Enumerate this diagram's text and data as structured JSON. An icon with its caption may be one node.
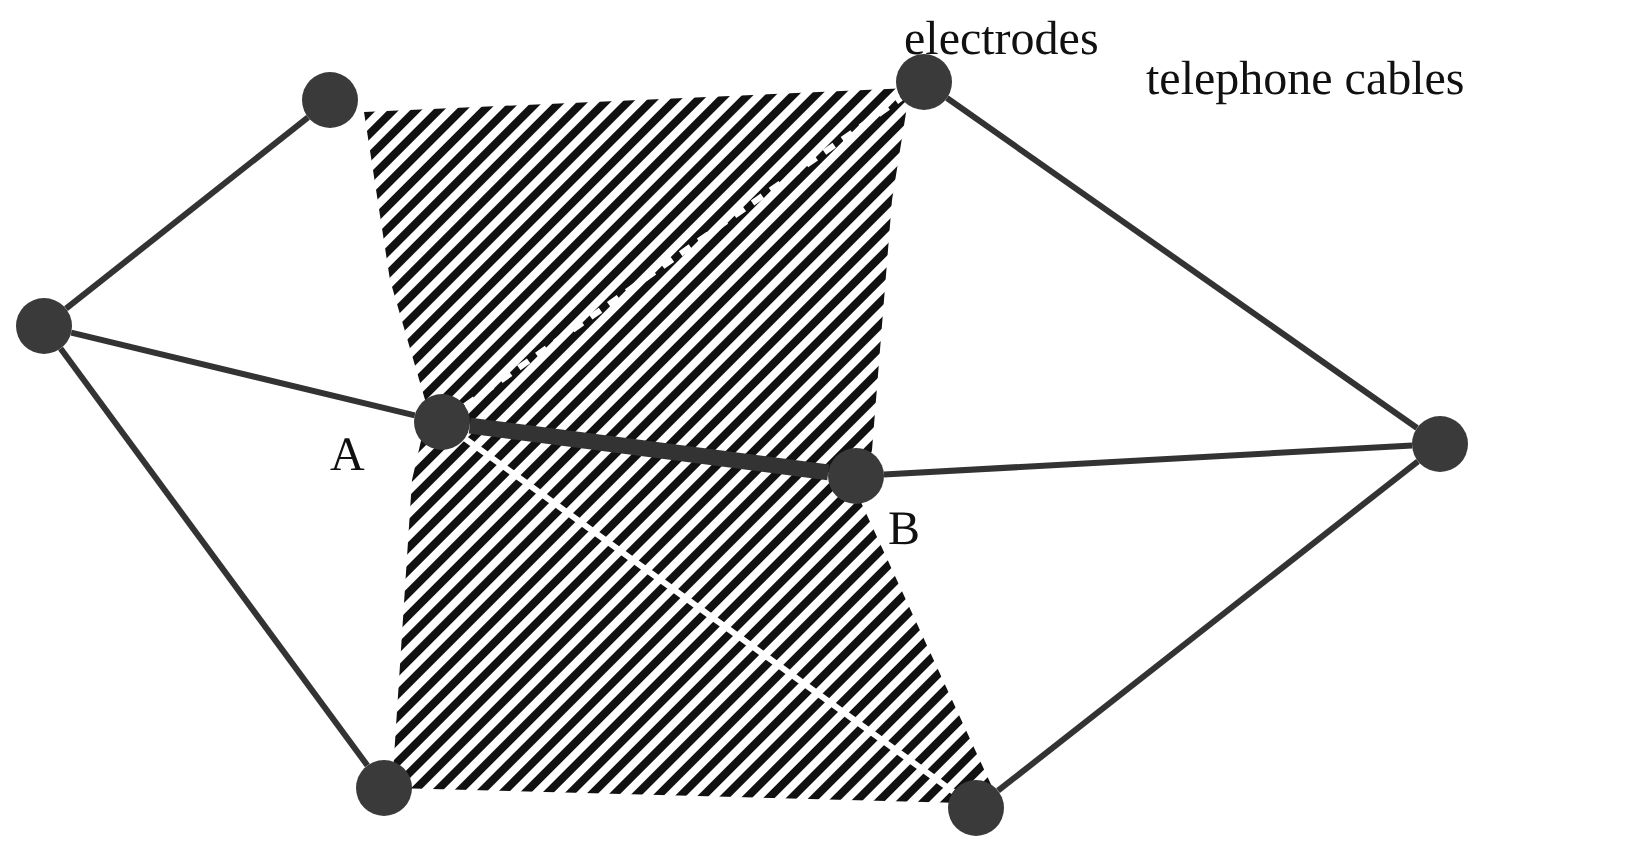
{
  "diagram": {
    "nodes": [
      {
        "text": [],
        "shape": "circle"
      },
      {
        "text": [],
        "shape": "circle"
      },
      {
        "text": [],
        "shape": "circle",
        "beside": [
          "A"
        ]
      },
      {
        "text": [],
        "shape": "circle"
      },
      {
        "text": [],
        "shape": "circle",
        "beside": [
          "B"
        ]
      },
      {
        "text": [],
        "shape": "circle"
      },
      {
        "text": [],
        "shape": "circle"
      },
      {
        "text": [],
        "shape": "circle"
      }
    ],
    "edges": [
      {
        "from": 1,
        "to": 0,
        "arrow": "none"
      },
      {
        "from": 0,
        "to": 2,
        "arrow": "none"
      },
      {
        "from": 0,
        "to": 3,
        "arrow": "none"
      },
      {
        "from": 2,
        "to": 4,
        "arrow": "none",
        "style": "thick"
      },
      {
        "from": 2,
        "to": 5,
        "arrow": "none",
        "style": "dashed",
        "color": "#ffffff"
      },
      {
        "from": 2,
        "to": 6,
        "arrow": "none",
        "color": "#ffffff"
      },
      {
        "from": 5,
        "to": 7,
        "arrow": "none"
      },
      {
        "from": 4,
        "to": 7,
        "arrow": "none"
      },
      {
        "from": 6,
        "to": 7,
        "arrow": "none"
      }
    ],
    "labels": [
      "electrodes",
      "telephone cables"
    ]
  }
}
